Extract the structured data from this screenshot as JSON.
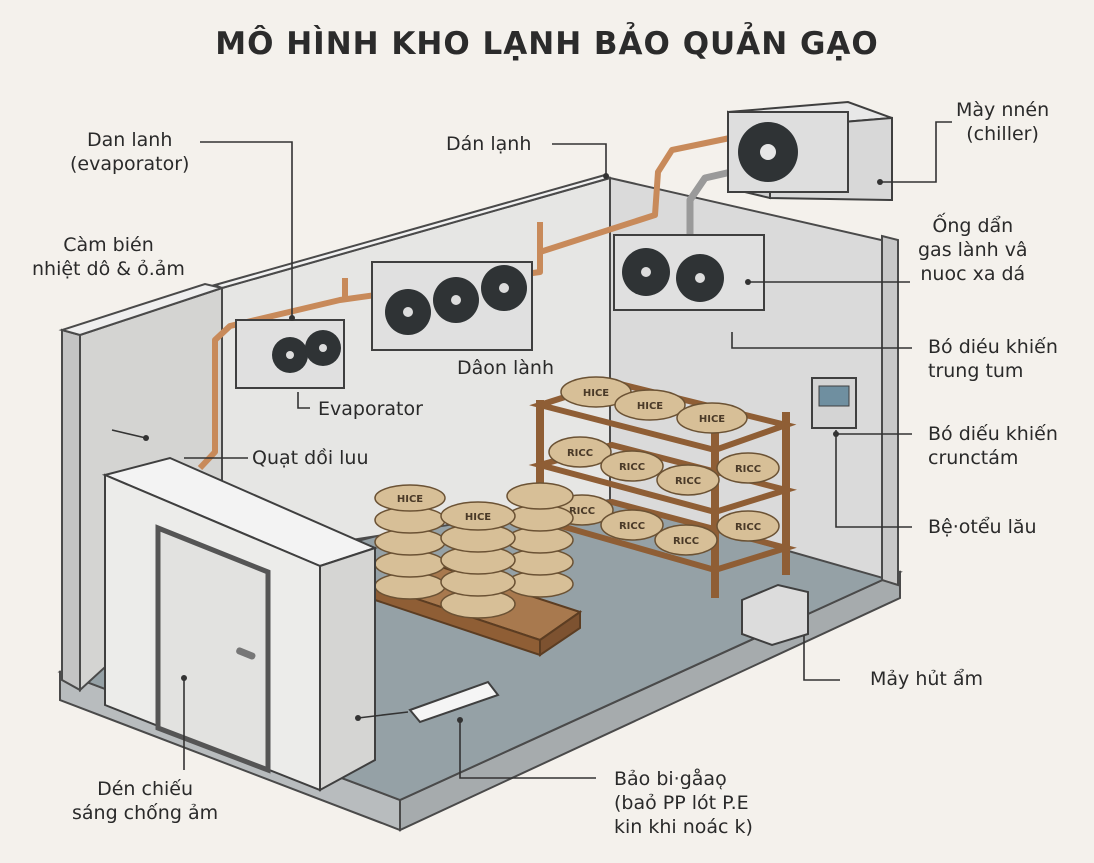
{
  "title": "MÔ HÌNH KHO LẠNH BẢO QUẢN GẠO",
  "labels": {
    "may_nen": [
      "Mày nnén",
      "(chiller)"
    ],
    "dan_lanh_evap": [
      "Dan lanh",
      "(evaporator)"
    ],
    "dan_lanh_top": "Dán lạnh",
    "cam_bien": [
      "Càm bién",
      "nhiệt dô & ỏ.ảm"
    ],
    "ong_dan": [
      "Ống dẩn",
      "gas lành vâ",
      "nuoc xa dá"
    ],
    "bo_dieu_khien_1": [
      "Bó diéu khiến",
      "trung tum"
    ],
    "daon_lanh": "Dâon lành",
    "evaporator": "Evaporator",
    "bo_dieu_khien_2": [
      "Bó diếu khiến",
      "crunctám"
    ],
    "quat": "Quạt dồi luu",
    "be": "Bệ·otểu lău",
    "may_hut": "Mảy hủt ẩm",
    "den_chieu": [
      "Dén chiếu",
      "sáng chống ảm"
    ],
    "bao_bi": [
      "Bảo bi·gåao̜",
      "(baỏ PP lót P.E",
      "kin khi noác k)"
    ]
  },
  "bag_text": [
    "RICC",
    "HICE"
  ],
  "colors": {
    "wall": "#e4e4e2",
    "wall_dark": "#cfcfcd",
    "floor": "#9aa6ab",
    "pipe": "#c88a5a",
    "burlap": "#d7bf97",
    "wood": "#8f5e35",
    "unit": "#dcdcdc"
  }
}
